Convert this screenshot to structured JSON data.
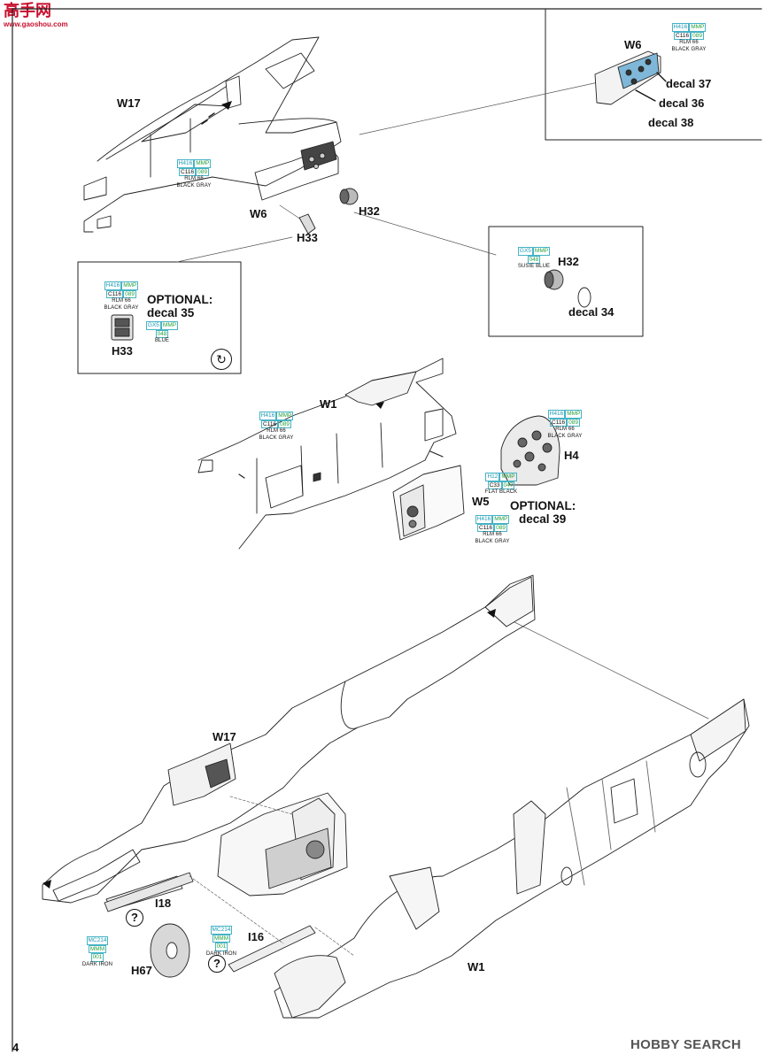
{
  "watermark": {
    "site_cn": "高手网",
    "site_url": "www.gaoshou.com",
    "footer_logo": "HOBBY SEARCH"
  },
  "page_number": "4",
  "labels": {
    "w17_top": "W17",
    "w6_main": "W6",
    "h32_main": "H32",
    "h33_main": "H33",
    "w6_inset": "W6",
    "decal37": "decal 37",
    "decal36": "decal 36",
    "decal38": "decal 38",
    "optional_a": "OPTIONAL:",
    "decal35": "decal 35",
    "h33_inset": "H33",
    "h32_inset": "H32",
    "decal34": "decal 34",
    "w1_mid": "W1",
    "h4": "H4",
    "w5": "W5",
    "optional_b": "OPTIONAL:",
    "decal39": "decal 39",
    "w17_bottom": "W17",
    "i18": "I18",
    "i16": "I16",
    "h67": "H67",
    "w1_bottom": "W1",
    "unknown_mark": "?"
  },
  "paints": {
    "rlm66_a": {
      "h": "H416",
      "mmp": "MMP",
      "c": "C116",
      "code": "089",
      "name1": "RLM 66",
      "name2": "BLACK GRAY"
    },
    "rlm66_b": {
      "h": "H416",
      "mmp": "MMP",
      "c": "C116",
      "code": "089",
      "name1": "RLM 66",
      "name2": "BLACK GRAY"
    },
    "rlm66_c": {
      "h": "H416",
      "mmp": "MMP",
      "c": "C116",
      "code": "089",
      "name1": "RLM 66",
      "name2": "BLACK GRAY"
    },
    "rlm66_d": {
      "h": "H416",
      "mmp": "MMP",
      "c": "C116",
      "code": "089",
      "name1": "RLM 66",
      "name2": "BLACK GRAY"
    },
    "rlm66_e": {
      "h": "H416",
      "mmp": "MMP",
      "c": "C116",
      "code": "089",
      "name1": "RLM 66",
      "name2": "BLACK GRAY"
    },
    "rlm66_f": {
      "h": "H416",
      "mmp": "MMP",
      "c": "C116",
      "code": "089",
      "name1": "RLM 66",
      "name2": "BLACK GRAY"
    },
    "blue_susie": {
      "h": "GX5",
      "mmp": "MMP",
      "code": "048",
      "name": "SUSIE BLUE"
    },
    "blue": {
      "h": "GX5",
      "mmp": "MMP",
      "code": "048",
      "name": "BLUE"
    },
    "flat_black": {
      "h": "H12",
      "mmp": "MMP",
      "c": "C33",
      "code": "047",
      "name": "FLAT BLACK"
    },
    "iron_a": {
      "h": "MC214",
      "mmp": "MMM",
      "code": "001",
      "name": "DARK IRON"
    },
    "iron_b": {
      "h": "MC214",
      "mmp": "MMM",
      "code": "001",
      "name": "DARK IRON"
    }
  },
  "icons": {
    "rotate": "rotate-icon",
    "question": "question-icon"
  }
}
